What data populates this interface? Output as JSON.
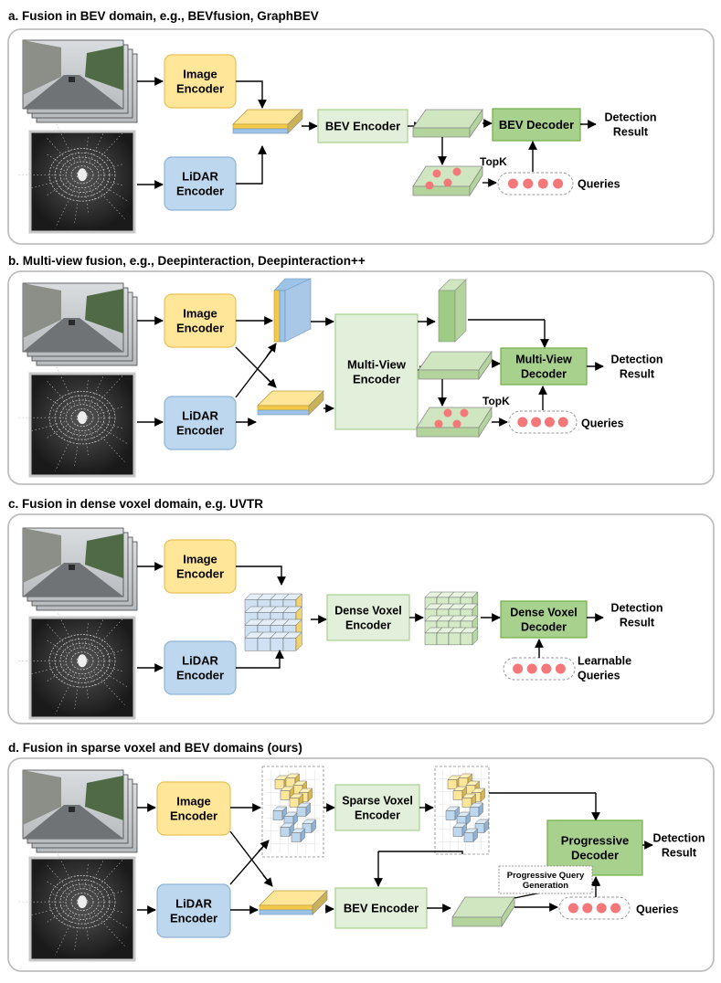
{
  "panels": [
    {
      "title": "a. Fusion in BEV domain, e.g., BEVfusion, GraphBEV",
      "image_encoder": [
        "Image",
        "Encoder"
      ],
      "lidar_encoder": [
        "LiDAR",
        "Encoder"
      ],
      "main_encoder": [
        "BEV Encoder"
      ],
      "decoder": [
        "BEV Decoder"
      ],
      "topk": "TopK",
      "queries": [
        "Queries"
      ],
      "result": [
        "Detection",
        "Result"
      ]
    },
    {
      "title": "b. Multi-view fusion, e.g., Deepinteraction, Deepinteraction++",
      "image_encoder": [
        "Image",
        "Encoder"
      ],
      "lidar_encoder": [
        "LiDAR",
        "Encoder"
      ],
      "main_encoder": [
        "Multi-View",
        "Encoder"
      ],
      "decoder": [
        "Multi-View",
        "Decoder"
      ],
      "topk": "TopK",
      "queries": [
        "Queries"
      ],
      "result": [
        "Detection",
        "Result"
      ]
    },
    {
      "title": "c. Fusion in dense voxel domain, e.g. UVTR",
      "image_encoder": [
        "Image",
        "Encoder"
      ],
      "lidar_encoder": [
        "LiDAR",
        "Encoder"
      ],
      "main_encoder": [
        "Dense Voxel",
        "Encoder"
      ],
      "decoder": [
        "Dense Voxel",
        "Decoder"
      ],
      "queries": [
        "Learnable",
        "Queries"
      ],
      "result": [
        "Detection",
        "Result"
      ]
    },
    {
      "title": "d. Fusion in sparse voxel and BEV domains (ours)",
      "image_encoder": [
        "Image",
        "Encoder"
      ],
      "lidar_encoder": [
        "LiDAR",
        "Encoder"
      ],
      "main_encoder": [
        "Sparse Voxel",
        "Encoder"
      ],
      "bev_encoder": [
        "BEV Encoder"
      ],
      "decoder": [
        "Progressive",
        "Decoder"
      ],
      "query_generation": [
        "Progressive Query",
        "Generation"
      ],
      "queries": [
        "Queries"
      ],
      "result": [
        "Detection",
        "Result"
      ]
    }
  ],
  "colors": {
    "image_fill": "#FFE699",
    "image_stroke": "#E6C25A",
    "lidar_fill": "#BDD7EE",
    "lidar_stroke": "#8FB3D6",
    "encoder_fill": "#E2EFDA",
    "encoder_stroke": "#A9D08E",
    "decoder_fill": "#A9D18E",
    "decoder_stroke": "#70AD47",
    "query_dot": "#F4777A",
    "panel_border": "#BFBFBF"
  }
}
